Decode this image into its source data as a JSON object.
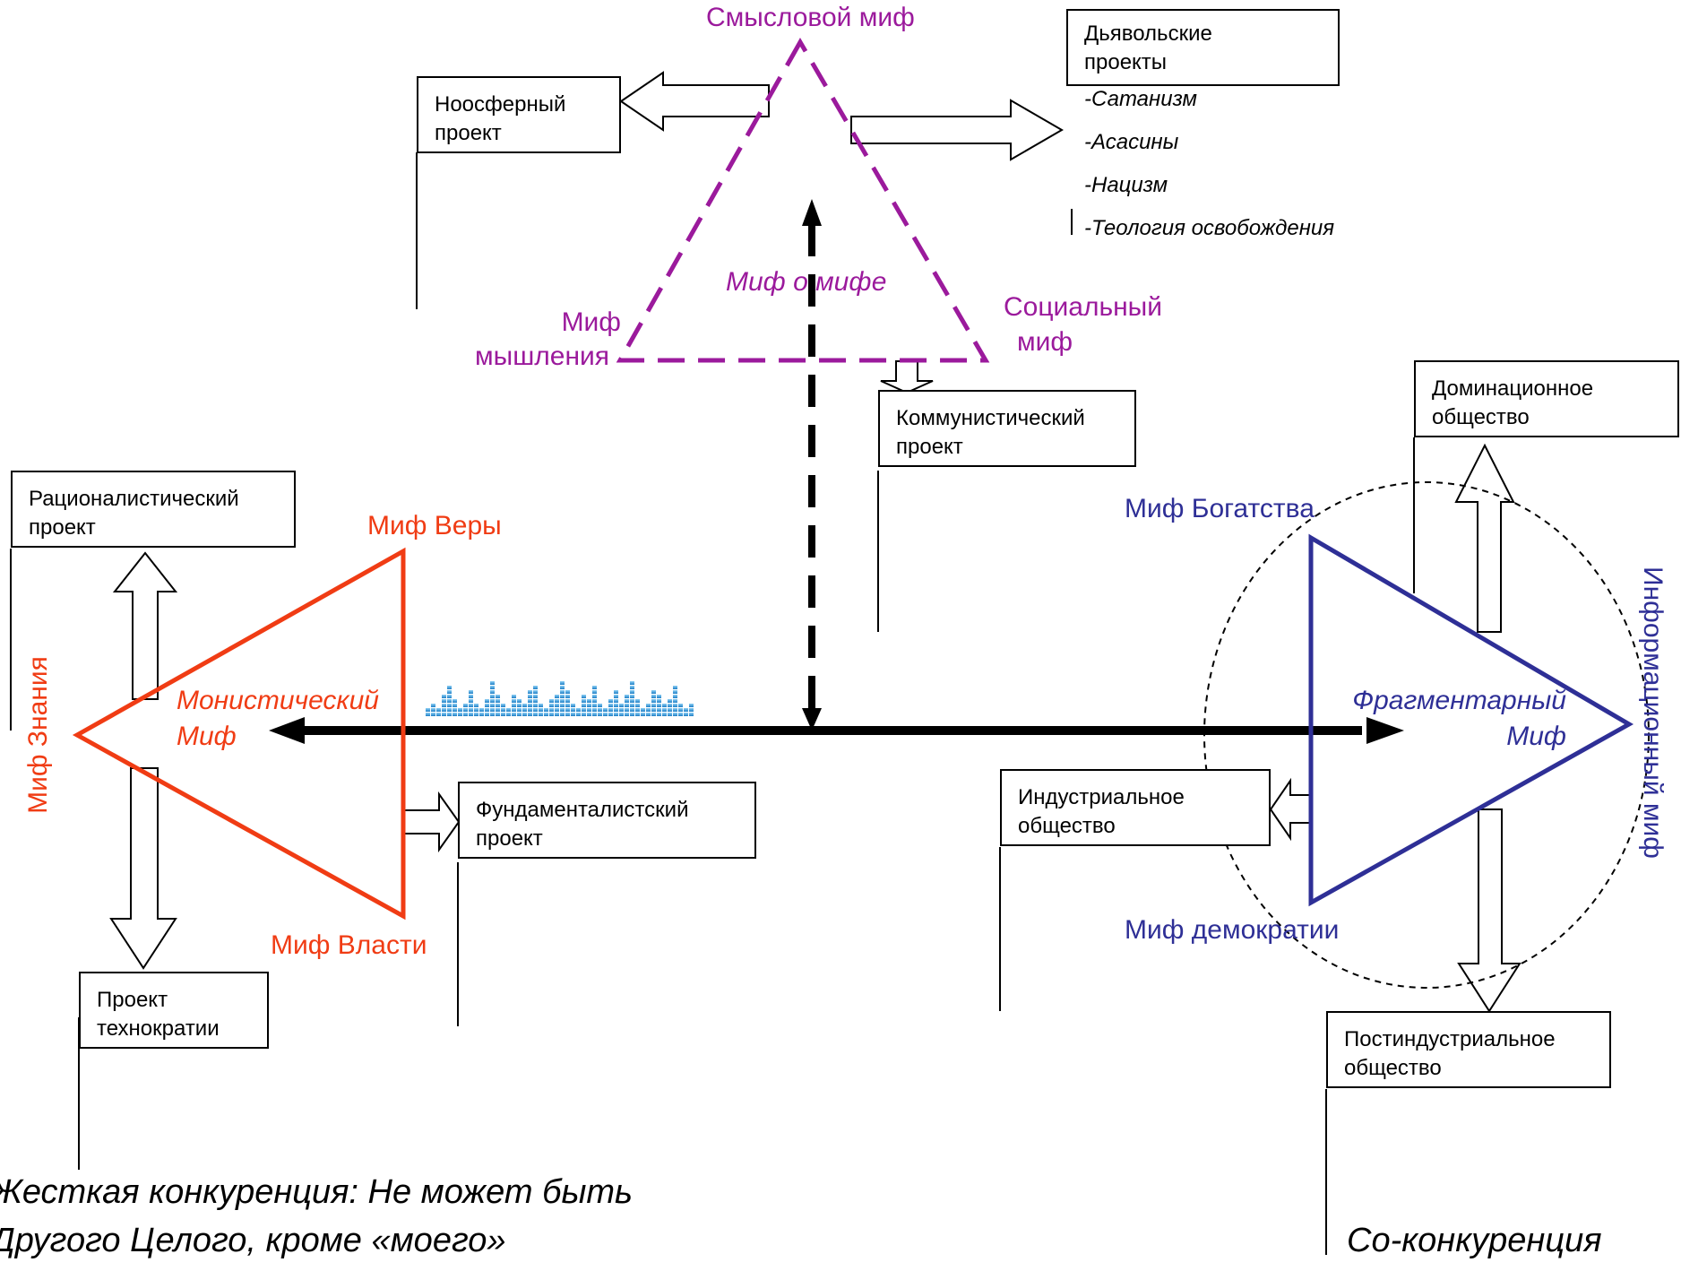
{
  "colors": {
    "purple": "#9b1a9c",
    "red": "#f03c14",
    "blue": "#2e2f96"
  },
  "top_triangle": {
    "apex_label": "Смысловой миф",
    "left_label": "Миф мышления",
    "left_label_lines": [
      "Миф",
      "мышления"
    ],
    "right_label": "Социальный миф",
    "right_label_lines": [
      "Социальный",
      "миф"
    ],
    "center_label": "Миф о мифе"
  },
  "left_triangle": {
    "top_label": "Миф Веры",
    "bottom_label": "Миф Власти",
    "left_label": "Миф Знания",
    "center_label": "Монистический Миф",
    "center_lines": [
      "Монистический",
      "Миф"
    ]
  },
  "right_triangle": {
    "top_label": "Миф Богатства",
    "bottom_label": "Миф демократии",
    "right_label": "Информационный миф",
    "center_label": "Фрагментарный Миф",
    "center_lines": [
      "Фрагментарный",
      "Миф"
    ]
  },
  "boxes": {
    "noosphere": {
      "lines": [
        "Ноосферный",
        "проект"
      ]
    },
    "devil": {
      "lines": [
        "Дьявольские",
        "проекты"
      ]
    },
    "communist": {
      "lines": [
        "Коммунистический",
        "проект"
      ]
    },
    "rationalist": {
      "lines": [
        "Рационалистический",
        "проект"
      ]
    },
    "technocracy": {
      "lines": [
        "Проект",
        "технократии"
      ]
    },
    "fundamentalist": {
      "lines": [
        "Фундаменталистский",
        "проект"
      ]
    },
    "industrial": {
      "lines": [
        "Индустриальное",
        "общество"
      ]
    },
    "domination": {
      "lines": [
        "Доминационное",
        "общество"
      ]
    },
    "postindustrial": {
      "lines": [
        "Постиндустриальное",
        "общество"
      ]
    }
  },
  "devil_list": [
    "-Сатанизм",
    "-Асасины",
    "-Нацизм",
    "-Теология освобождения"
  ],
  "bottom_left": {
    "lines": [
      "Жесткая конкуренция: Не может быть",
      "Другого Целого, кроме «моего»"
    ]
  },
  "bottom_right": {
    "text": "Со-конкуренция"
  }
}
